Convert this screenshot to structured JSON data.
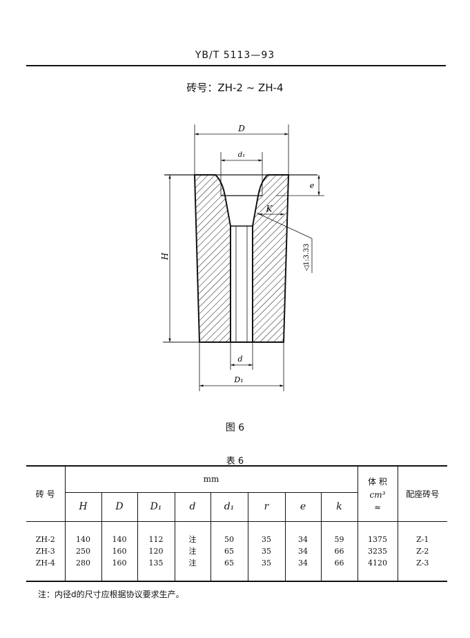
{
  "header": {
    "standard_code": "YB/T 5113—93"
  },
  "brick_title": "砖号：ZH-2 ~ ZH-4",
  "drawing": {
    "dim_D": "D",
    "dim_d1": "d₁",
    "dim_e": "e",
    "dim_K": "K",
    "dim_H": "H",
    "dim_d": "d",
    "dim_D1": "D₁",
    "taper": "◁1:3.33"
  },
  "figure_caption": "图 6",
  "table_caption": "表 6",
  "table": {
    "col_brick": "砖 号",
    "unit_mm": "mm",
    "col_volume": "体 积",
    "volume_unit": "cm³",
    "volume_approx": "≈",
    "col_matching": "配座砖号",
    "sub_headers": [
      "H",
      "D",
      "D₁",
      "d",
      "d₁",
      "r",
      "e",
      "k"
    ],
    "rows": [
      [
        "ZH-2",
        "140",
        "140",
        "112",
        "注",
        "50",
        "35",
        "34",
        "59",
        "1375",
        "Z-1"
      ],
      [
        "ZH-3",
        "250",
        "160",
        "120",
        "注",
        "65",
        "35",
        "34",
        "66",
        "3235",
        "Z-2"
      ],
      [
        "ZH-4",
        "280",
        "160",
        "135",
        "注",
        "65",
        "35",
        "34",
        "66",
        "4120",
        "Z-3"
      ]
    ]
  },
  "footnote": "注：内径d的尺寸应根据协议要求生产。"
}
